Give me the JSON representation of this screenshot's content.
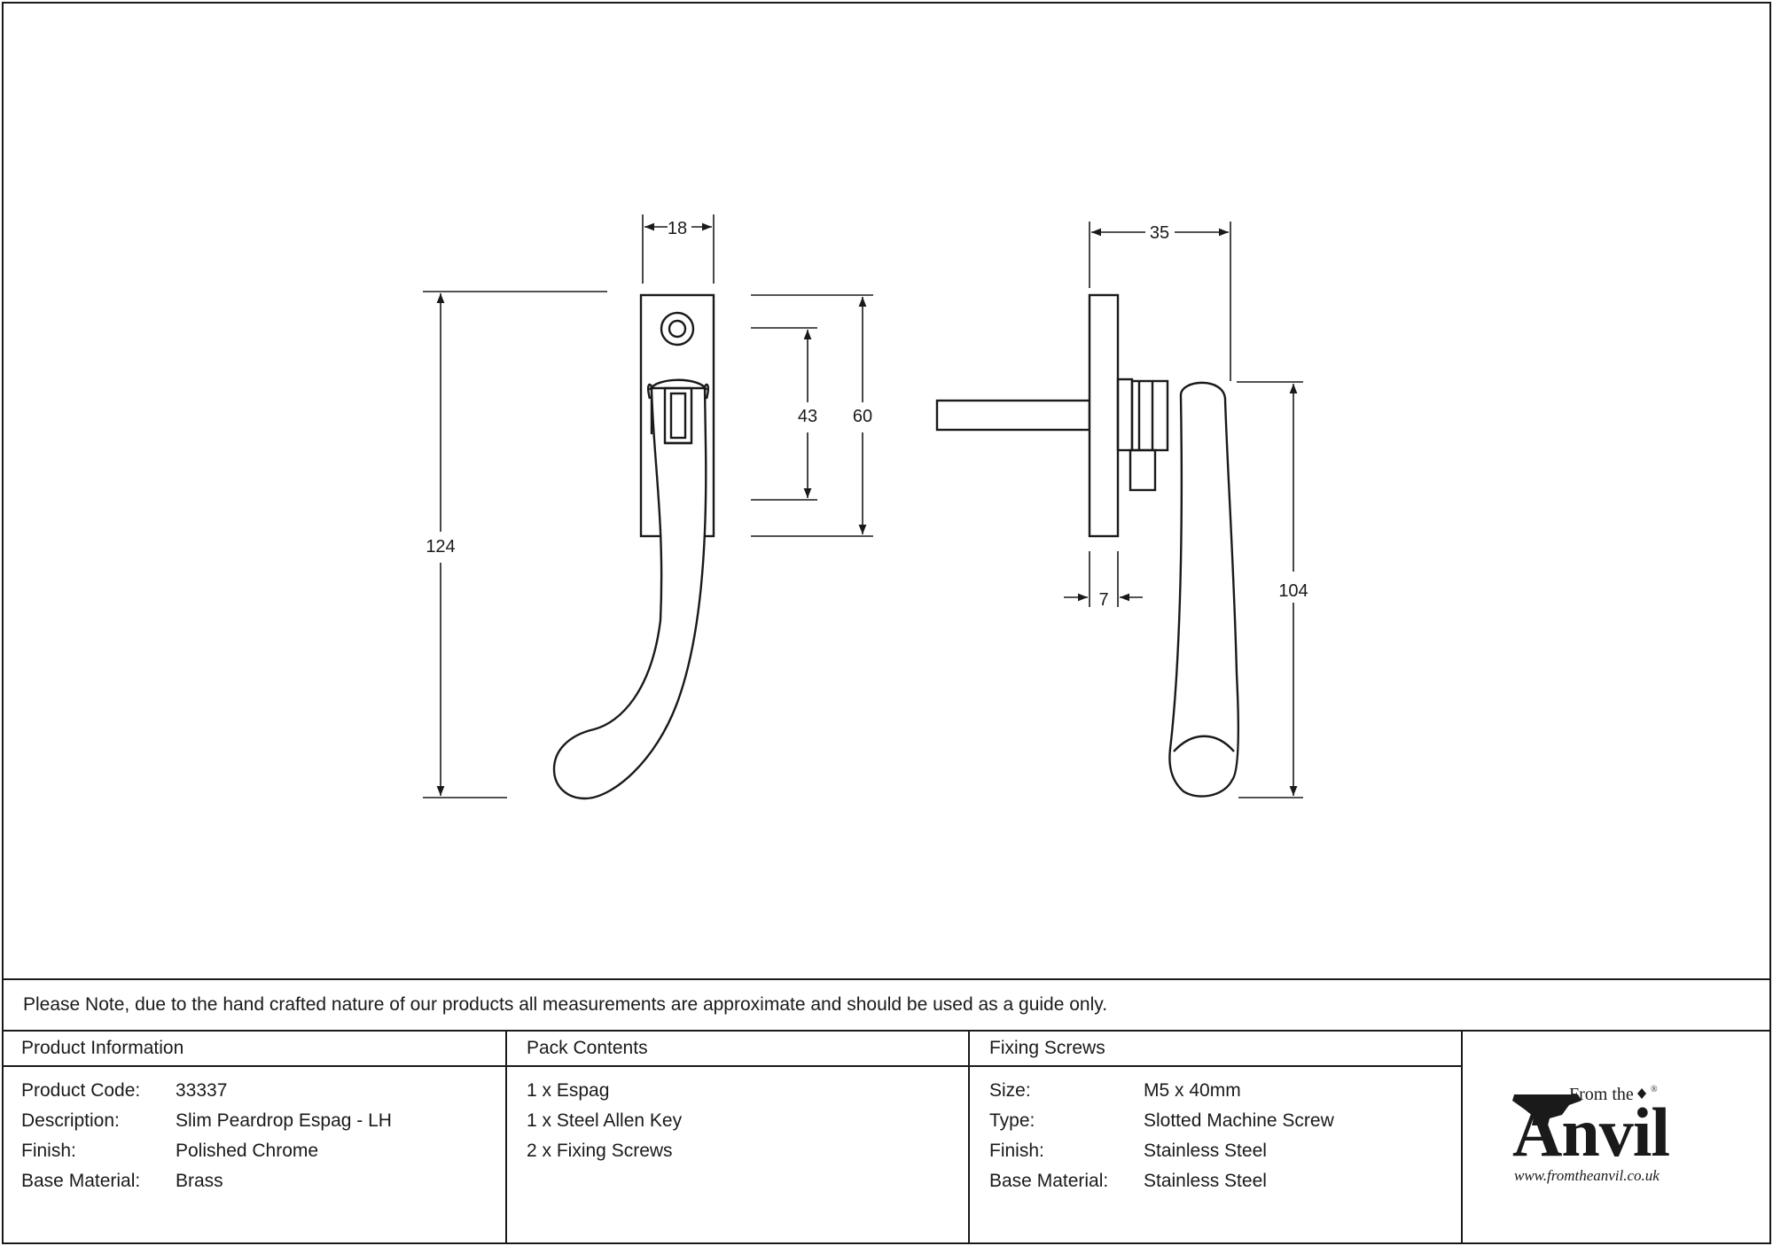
{
  "dimensions": {
    "plate_width": "18",
    "overall_height": "124",
    "inner_height": "43",
    "plate_height": "60",
    "projection": "35",
    "plate_depth": "7",
    "handle_length": "104"
  },
  "note": "Please Note, due to the hand crafted nature of our products all measurements are approximate and should be used as a guide only.",
  "product_info": {
    "heading": "Product Information",
    "rows": [
      {
        "label": "Product Code:",
        "value": "33337"
      },
      {
        "label": "Description:",
        "value": "Slim Peardrop Espag - LH"
      },
      {
        "label": "Finish:",
        "value": "Polished Chrome"
      },
      {
        "label": "Base Material:",
        "value": "Brass"
      }
    ]
  },
  "pack_contents": {
    "heading": "Pack Contents",
    "items": [
      "1 x Espag",
      "1 x Steel Allen Key",
      "2 x Fixing Screws"
    ]
  },
  "fixing_screws": {
    "heading": "Fixing Screws",
    "rows": [
      {
        "label": "Size:",
        "value": "M5 x 40mm"
      },
      {
        "label": "Type:",
        "value": "Slotted Machine Screw"
      },
      {
        "label": "Finish:",
        "value": "Stainless Steel"
      },
      {
        "label": "Base Material:",
        "value": "Stainless Steel"
      }
    ]
  },
  "logo": {
    "from_the": "From the",
    "brand": "Anvil",
    "registered": "®",
    "url": "www.fromtheanvil.co.uk"
  }
}
